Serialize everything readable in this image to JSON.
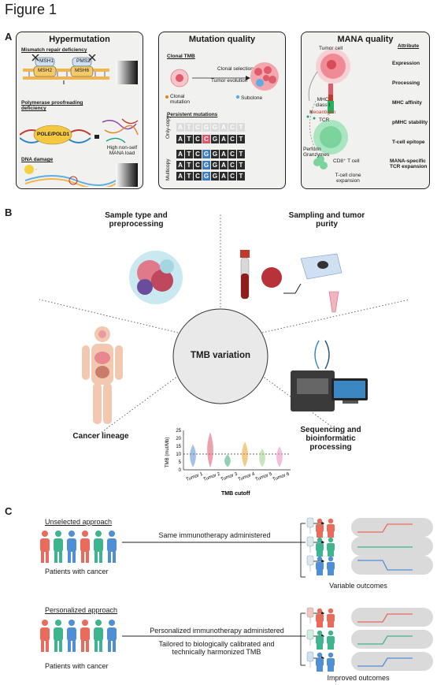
{
  "figure_title": "Figure 1",
  "panel_a": {
    "letter": "A",
    "hypermutation": {
      "title": "Hypermutation",
      "mmr": "Mismatch repair deficiency",
      "msh1": "MSH1",
      "pms2": "PMS2",
      "msh2": "MSH2",
      "msh6": "MSH6",
      "polymerase": "Polymerase proofreading deficiency",
      "pole": "POLE/POLD1",
      "high_load": "High non-self MANA load",
      "dna_damage": "DNA damage"
    },
    "mutation_quality": {
      "title": "Mutation quality",
      "clonal_tmb": "Clonal TMB",
      "clonal_selection": "Clonal selection",
      "tumor_evolution": "Tumor evolution",
      "clonal_mutation": "Clonal mutation",
      "subclone": "Subclone",
      "persistent": "Persistent mutations",
      "only_copy": "Only-copy",
      "multicopy": "Multicopy",
      "ref_seq": [
        "A",
        "T",
        "C",
        "G",
        "G",
        "A",
        "C",
        "T"
      ],
      "rows": [
        [
          "A",
          "T",
          "C",
          "C",
          "G",
          "A",
          "C",
          "T"
        ],
        [
          "A",
          "T",
          "C",
          "G",
          "G",
          "A",
          "C",
          "T"
        ],
        [
          "A",
          "T",
          "C",
          "G",
          "G",
          "A",
          "C",
          "T"
        ],
        [
          "A",
          "T",
          "C",
          "G",
          "G",
          "A",
          "C",
          "T"
        ]
      ]
    },
    "mana_quality": {
      "title": "MANA quality",
      "tumor_cell": "Tumor cell",
      "mhc": "MHC class I",
      "neoantigen": "Neoantigen",
      "tcr": "TCR",
      "perforin": "Perforin Granzymes",
      "cd8": "CD8⁺ T cell",
      "clone_exp": "T-cell clone expansion",
      "attribute_header": "Attribute",
      "attributes": [
        "Expression",
        "Processing",
        "MHC affinity",
        "pMHC stability",
        "T-cell epitope",
        "MANA-specific TCR expansion"
      ]
    }
  },
  "panel_b": {
    "letter": "B",
    "center": "TMB variation",
    "sample_type": "Sample type and preprocessing",
    "sampling": "Sampling and tumor purity",
    "cancer_lineage": "Cancer lineage",
    "sequencing": "Sequencing and bioinformatic processing",
    "violin": {
      "ylabel": "TMB (mut/Mb)",
      "yticks": [
        "25",
        "20",
        "15",
        "10",
        "5",
        "0"
      ],
      "categories": [
        "Tumor 1",
        "Tumor 2",
        "Tumor 3",
        "Tumor 4",
        "Tumor 5",
        "Tumor 6"
      ],
      "colors": [
        "#5b8fd6",
        "#e0566a",
        "#3aaa78",
        "#e8a12a",
        "#9fd08a",
        "#e88ec0"
      ],
      "cutoff_label": "TMB cutoff"
    }
  },
  "panel_c": {
    "letter": "C",
    "unselected": "Unselected approach",
    "same": "Same immunotherapy administered",
    "patients": "Patients with cancer",
    "variable": "Variable outcomes",
    "personalized": "Personalized approach",
    "personalized_admin": "Personalized immunotherapy administered",
    "tailored": "Tailored to biologically calibrated and technically harmonized TMB",
    "improved": "Improved outcomes"
  }
}
